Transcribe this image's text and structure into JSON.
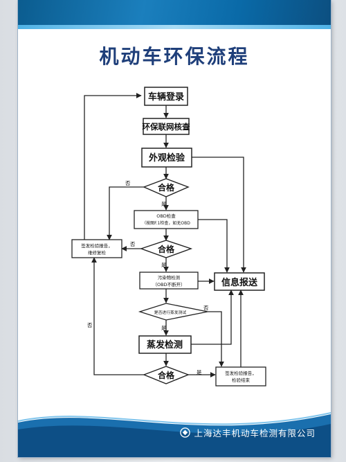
{
  "title": "机动车环保流程",
  "company": "上海达丰机动车检测有限公司",
  "colors": {
    "title": "#1f3f7a",
    "band": "#1b7fbd",
    "line": "#222222"
  },
  "nodes": {
    "register": "车辆登录",
    "network_check": "环保联网核查",
    "visual": "外观检验",
    "pass1": "合格",
    "obd_line1": "OBD检查",
    "obd_line2": "（按图F.1检查，如无OBD",
    "pass2": "合格",
    "repair_line1": "签发检验报告，",
    "repair_line2": "维修复检",
    "pollutant_line1": "污染物检测",
    "pollutant_line2": "（OBD不断开）",
    "info_upload": "信息报送",
    "evap_q": "是否进行蒸发测试",
    "evap": "蒸发检测",
    "pass3": "合格",
    "final_line1": "签发检验报告，",
    "final_line2": "检验结束"
  },
  "labels": {
    "no1": "否",
    "yes1": "是",
    "no2": "否",
    "yes2": "是",
    "yes3": "是",
    "no3": "否",
    "no4": "否",
    "yes4": "是"
  }
}
